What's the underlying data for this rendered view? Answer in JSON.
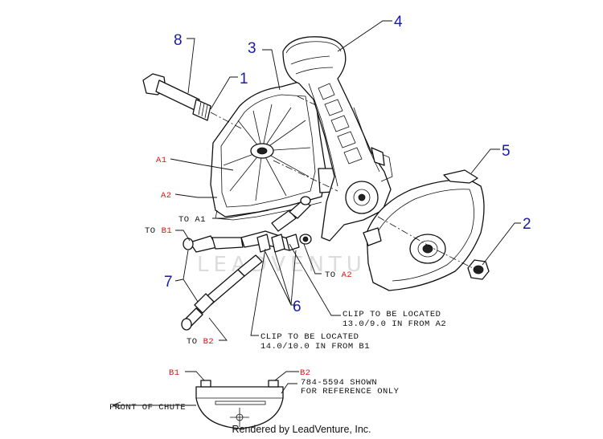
{
  "callouts": {
    "c1": "1",
    "c2": "2",
    "c3": "3",
    "c4": "4",
    "c5": "5",
    "c6": "6",
    "c7": "7",
    "c8": "8"
  },
  "refs": {
    "a1": "A1",
    "a2": "A2",
    "to_b1_prefix": "TO",
    "to_b1": "B1",
    "to_a2_prefix": "TO",
    "to_a2": "A2",
    "to_b2_prefix": "TO",
    "to_b2": "B2",
    "to_a1": "TO A1",
    "b1_bottom": "B1",
    "b2_bottom": "B2"
  },
  "notes": {
    "clip_a2_line1": "CLIP TO BE LOCATED",
    "clip_a2_line2": "13.0/9.0 IN FROM A2",
    "clip_b1_line1": "CLIP TO BE LOCATED",
    "clip_b1_line2": "14.0/10.0 IN FROM B1",
    "shown_line1": "784-5594 SHOWN",
    "shown_line2": "FOR REFERENCE ONLY",
    "front_of_chute": "FRONT OF CHUTE"
  },
  "watermark": "LEADVENTURE",
  "footer": "Rendered by LeadVenture, Inc.",
  "colors": {
    "callout": "#1a1aa8",
    "reference": "#d11111",
    "line": "#111111"
  }
}
